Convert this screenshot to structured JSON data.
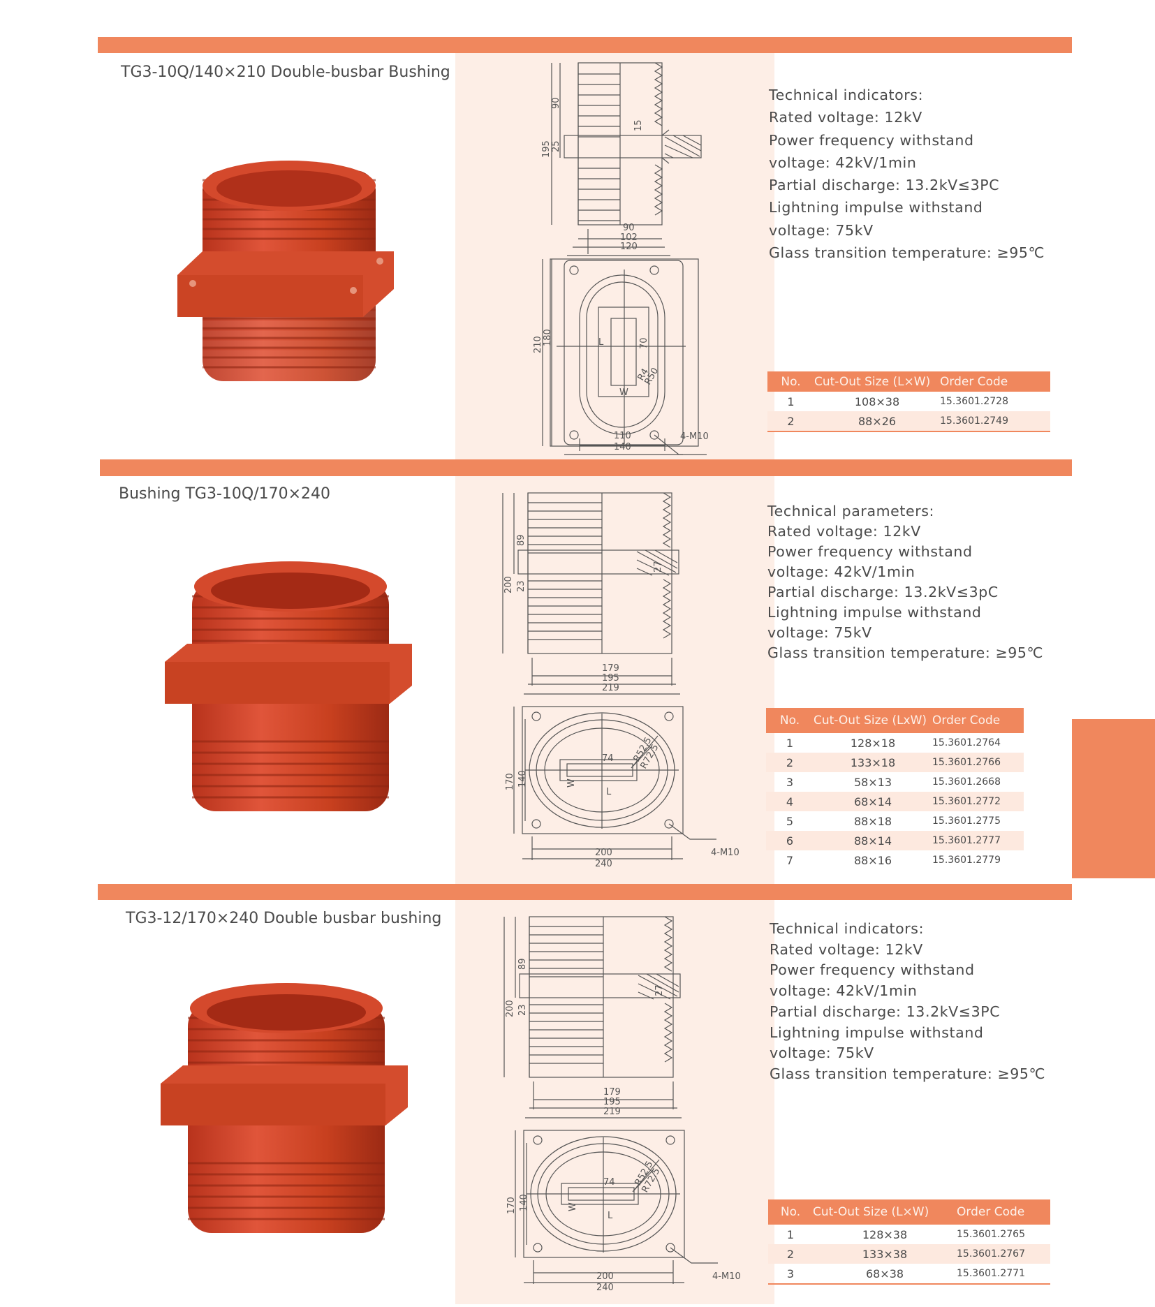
{
  "products": [
    {
      "title": "TG3-10Q/140×210 Double-busbar Bushing",
      "specs": [
        "Technical indicators:",
        "Rated voltage: 12kV",
        "Power frequency withstand",
        "voltage: 42kV/1min",
        "Partial discharge: 13.2kV≤3PC",
        "Lightning impulse withstand",
        "voltage: 75kV",
        "Glass transition temperature: ≥95℃"
      ],
      "table_headers": [
        "No.",
        "Cut-Out Size (L×W)",
        "Order Code"
      ],
      "rows": [
        [
          "1",
          "108×38",
          "15.3601.2728"
        ],
        [
          "2",
          "88×26",
          "15.3601.2749"
        ]
      ],
      "dims_side": [
        "90",
        "25",
        "15",
        "195",
        "90",
        "102",
        "120"
      ],
      "dims_top": [
        "210",
        "180",
        "L",
        "70",
        "W",
        "R4",
        "R50",
        "110",
        "140",
        "4-M10"
      ]
    },
    {
      "title": "Bushing TG3-10Q/170×240",
      "specs": [
        "Technical parameters:",
        "Rated voltage: 12kV",
        "Power frequency withstand",
        "voltage: 42kV/1min",
        "Partial discharge: 13.2kV≤3pC",
        "Lightning impulse withstand",
        "voltage: 75kV",
        "Glass transition temperature: ≥95℃"
      ],
      "table_headers": [
        "No.",
        "Cut-Out Size (LxW)",
        "Order Code"
      ],
      "rows": [
        [
          "1",
          "128×18",
          "15.3601.2764"
        ],
        [
          "2",
          "133×18",
          "15.3601.2766"
        ],
        [
          "3",
          "58×13",
          "15.3601.2668"
        ],
        [
          "4",
          "68×14",
          "15.3601.2772"
        ],
        [
          "5",
          "88×18",
          "15.3601.2775"
        ],
        [
          "6",
          "88×14",
          "15.3601.2777"
        ],
        [
          "7",
          "88×16",
          "15.3601.2779"
        ]
      ],
      "dims_side": [
        "89",
        "23",
        "27",
        "200",
        "179",
        "195",
        "219"
      ],
      "dims_top": [
        "170",
        "140",
        "W",
        "L",
        "74",
        "R52.5",
        "R72.5",
        "200",
        "240",
        "4-M10"
      ]
    },
    {
      "title": "TG3-12/170×240 Double busbar bushing",
      "specs": [
        "Technical indicators:",
        "Rated voltage: 12kV",
        "Power frequency withstand",
        "voltage: 42kV/1min",
        "Partial discharge: 13.2kV≤3PC",
        "Lightning impulse withstand",
        "voltage: 75kV",
        "Glass transition temperature: ≥95℃"
      ],
      "table_headers": [
        "No.",
        "Cut-Out Size (L×W)",
        "Order Code"
      ],
      "rows": [
        [
          "1",
          "128×38",
          "15.3601.2765"
        ],
        [
          "2",
          "133×38",
          "15.3601.2767"
        ],
        [
          "3",
          "68×38",
          "15.3601.2771"
        ]
      ],
      "dims_side": [
        "89",
        "23",
        "27",
        "200",
        "179",
        "195",
        "219"
      ],
      "dims_top": [
        "170",
        "140",
        "W",
        "L",
        "74",
        "R52.5",
        "R72.5",
        "200",
        "240",
        "4-M10"
      ]
    }
  ]
}
